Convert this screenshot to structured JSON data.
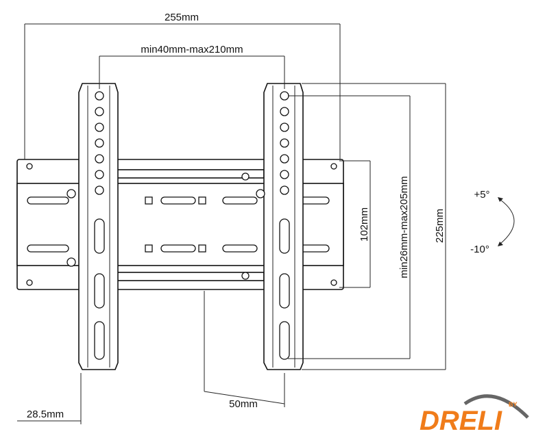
{
  "dimensions": {
    "overall_width": "255mm",
    "horizontal_spacing": "min40mm-max210mm",
    "rail_height": "102mm",
    "vertical_spacing": "min26mm-max205mm",
    "overall_height": "225mm",
    "depth_offset": "50mm",
    "wall_distance": "28.5mm"
  },
  "tilt": {
    "up": "+5°",
    "down": "-10°"
  },
  "logo": {
    "by": "BY",
    "brand": "DRELI",
    "color": "#f07c1a"
  }
}
